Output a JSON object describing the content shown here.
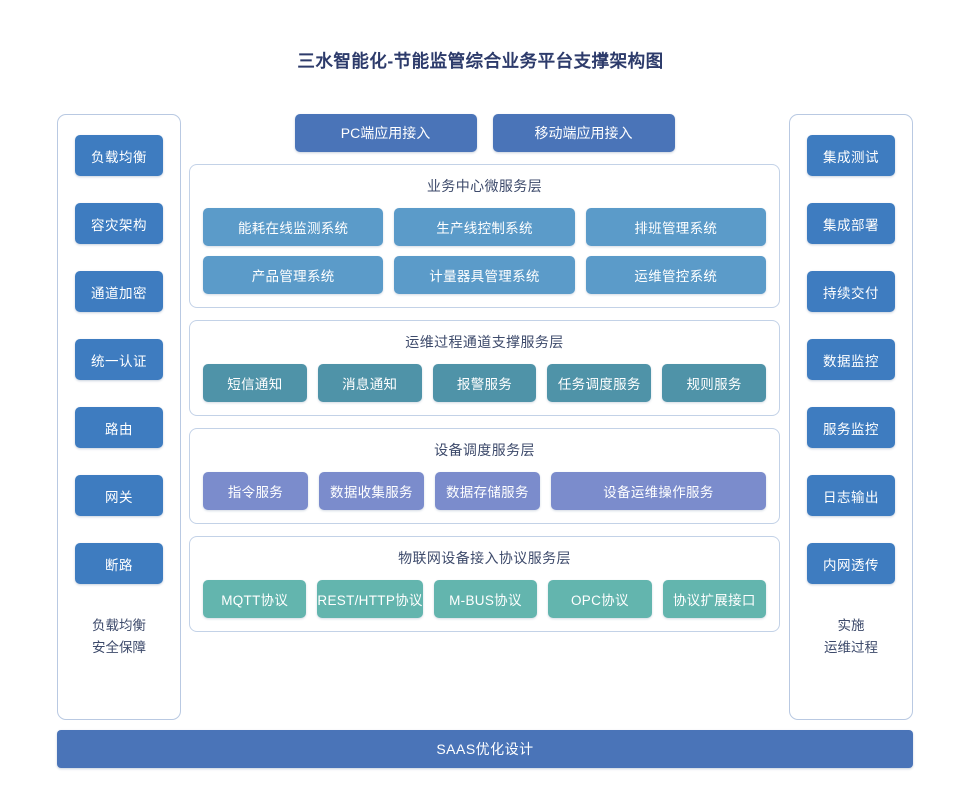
{
  "title": "三水智能化-节能监管综合业务平台支撑架构图",
  "colors": {
    "title_text": "#2d3b6b",
    "side_button": "#3e7cc0",
    "access_button": "#4a74b8",
    "business_node": "#5b9bc9",
    "ops_node": "#4f93a8",
    "device_node": "#7b8ccc",
    "iot_node": "#63b5ae",
    "bottom_bar": "#4a74b8",
    "panel_border": "#c3d2e7",
    "background": "#ffffff"
  },
  "left_column": {
    "items": [
      {
        "label": "负载均衡"
      },
      {
        "label": "容灾架构"
      },
      {
        "label": "通道加密"
      },
      {
        "label": "统一认证"
      },
      {
        "label": "路由"
      },
      {
        "label": "网关"
      },
      {
        "label": "断路"
      }
    ],
    "footer_line1": "负载均衡",
    "footer_line2": "安全保障"
  },
  "right_column": {
    "items": [
      {
        "label": "集成测试"
      },
      {
        "label": "集成部署"
      },
      {
        "label": "持续交付"
      },
      {
        "label": "数据监控"
      },
      {
        "label": "服务监控"
      },
      {
        "label": "日志输出"
      },
      {
        "label": "内网透传"
      }
    ],
    "footer_line1": "实施",
    "footer_line2": "运维过程"
  },
  "access_row": {
    "buttons": [
      {
        "label": "PC端应用接入"
      },
      {
        "label": "移动端应用接入"
      }
    ]
  },
  "layers": [
    {
      "title": "业务中心微服务层",
      "rows": [
        [
          {
            "label": "能耗在线监测系统"
          },
          {
            "label": "生产线控制系统"
          },
          {
            "label": "排班管理系统"
          }
        ],
        [
          {
            "label": "产品管理系统"
          },
          {
            "label": "计量器具管理系统"
          },
          {
            "label": "运维管控系统"
          }
        ]
      ]
    },
    {
      "title": "运维过程通道支撑服务层",
      "rows": [
        [
          {
            "label": "短信通知"
          },
          {
            "label": "消息通知"
          },
          {
            "label": "报警服务"
          },
          {
            "label": "任务调度服务"
          },
          {
            "label": "规则服务"
          }
        ]
      ]
    },
    {
      "title": "设备调度服务层",
      "rows": [
        [
          {
            "label": "指令服务"
          },
          {
            "label": "数据收集服务"
          },
          {
            "label": "数据存储服务"
          },
          {
            "label": "设备运维操作服务",
            "wide": true
          }
        ]
      ]
    },
    {
      "title": "物联网设备接入协议服务层",
      "rows": [
        [
          {
            "label": "MQTT协议"
          },
          {
            "label": "REST/HTTP协议"
          },
          {
            "label": "M-BUS协议"
          },
          {
            "label": "OPC协议"
          },
          {
            "label": "协议扩展接口"
          }
        ]
      ]
    }
  ],
  "bottom_bar": {
    "label": "SAAS优化设计"
  }
}
